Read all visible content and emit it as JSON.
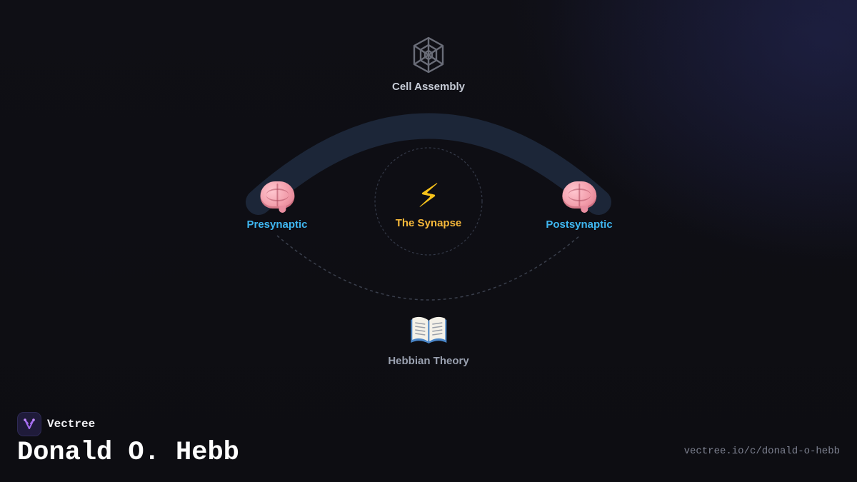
{
  "nodes": {
    "top": {
      "label": "Cell Assembly",
      "icon": "spider-web-icon"
    },
    "left": {
      "label": "Presynaptic",
      "icon": "brain-icon"
    },
    "center": {
      "label": "The Synapse",
      "icon": "high-voltage-icon",
      "glyph": "⚡"
    },
    "right": {
      "label": "Postsynaptic",
      "icon": "brain-icon"
    },
    "bottom": {
      "label": "Hebbian Theory",
      "icon": "open-book-icon"
    }
  },
  "footer": {
    "brand": "Vectree",
    "title": "Donald O. Hebb",
    "url": "vectree.io/c/donald-o-hebb"
  },
  "colors": {
    "background": "#0e0e13",
    "neuron_label": "#3fb6f0",
    "synapse_label": "#f6b83a",
    "connection_band": "#1c2638"
  }
}
